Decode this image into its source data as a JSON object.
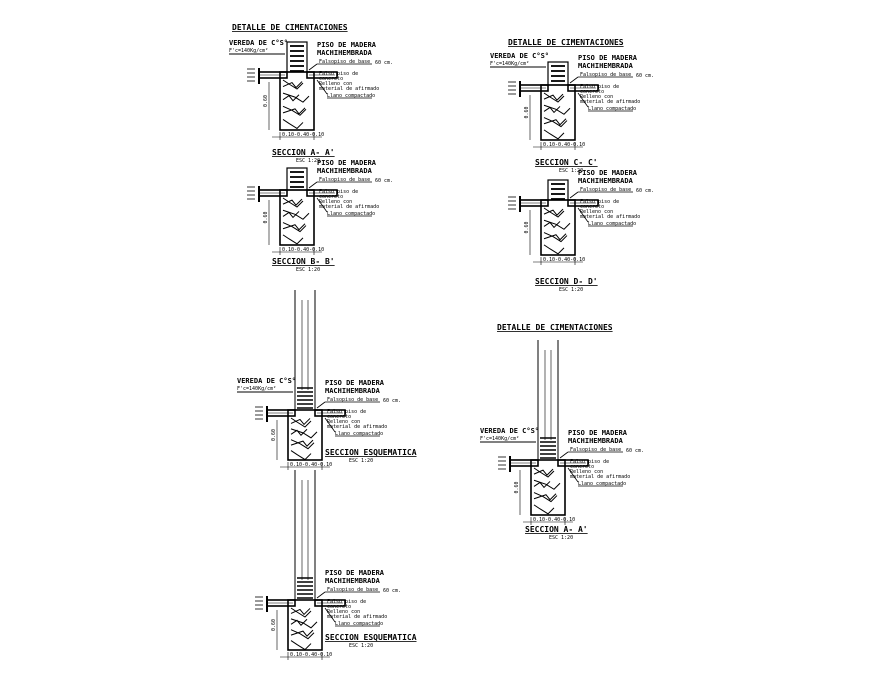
{
  "title": "DETALLE DE CIMENTACIONES",
  "labels": {
    "vereda": "VEREDA DE C°S°",
    "fc": "F'c=140Kg/cm²",
    "piso": "PISO DE MADERA",
    "machi": "MACHIHEMBRADA",
    "falso": "Falsopiso de base",
    "falso_dim": "60 cm.",
    "relleno1": "Falso piso de",
    "relleno2": "concreto",
    "relleno3": "Relleno con",
    "relleno4": "material de afirmado",
    "llano": "Llano compactado",
    "depth": "0.60",
    "width_dim": "0.10-0.40-0.10",
    "scale": "ESC 1:20"
  },
  "sections": [
    {
      "id": "a",
      "name": "SECCION A- A'",
      "title": true,
      "vereda": true
    },
    {
      "id": "b",
      "name": "SECCION B- B'",
      "title": false,
      "vereda": false
    },
    {
      "id": "c",
      "name": "SECCION C- C'",
      "title": true,
      "vereda": true
    },
    {
      "id": "d",
      "name": "SECCION D- D'",
      "title": false,
      "vereda": false
    },
    {
      "id": "e",
      "name": "SECCION A- A'",
      "title": true,
      "vereda": true
    },
    {
      "id": "f",
      "name": "SECCION ESQUEMATICA",
      "title": false,
      "vereda": true
    },
    {
      "id": "g",
      "name": "SECCION ESQUEMATICA",
      "title": false,
      "vereda": false
    }
  ],
  "colors": {
    "line": "#000000",
    "background": "#ffffff"
  }
}
